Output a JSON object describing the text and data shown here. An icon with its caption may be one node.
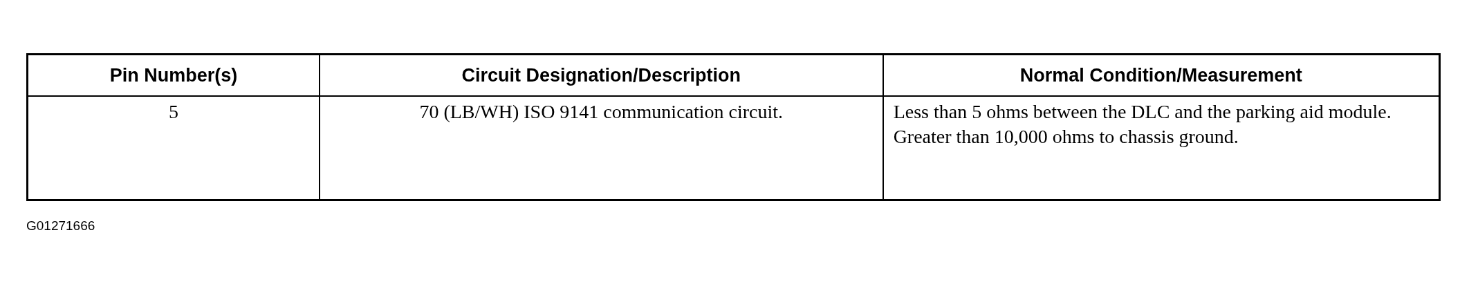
{
  "diagram": {
    "labels": [
      "Pin Number(s)",
      "Circuit Designation/Description",
      "Normal Condition/Measurement",
      "5",
      "70 (LB/WH) ISO 9141 communication circuit.",
      "Less than 5 ohms between the DLC and the parking aid module. Greater than 10,000 ohms to chassis ground.",
      "G01271666"
    ]
  }
}
